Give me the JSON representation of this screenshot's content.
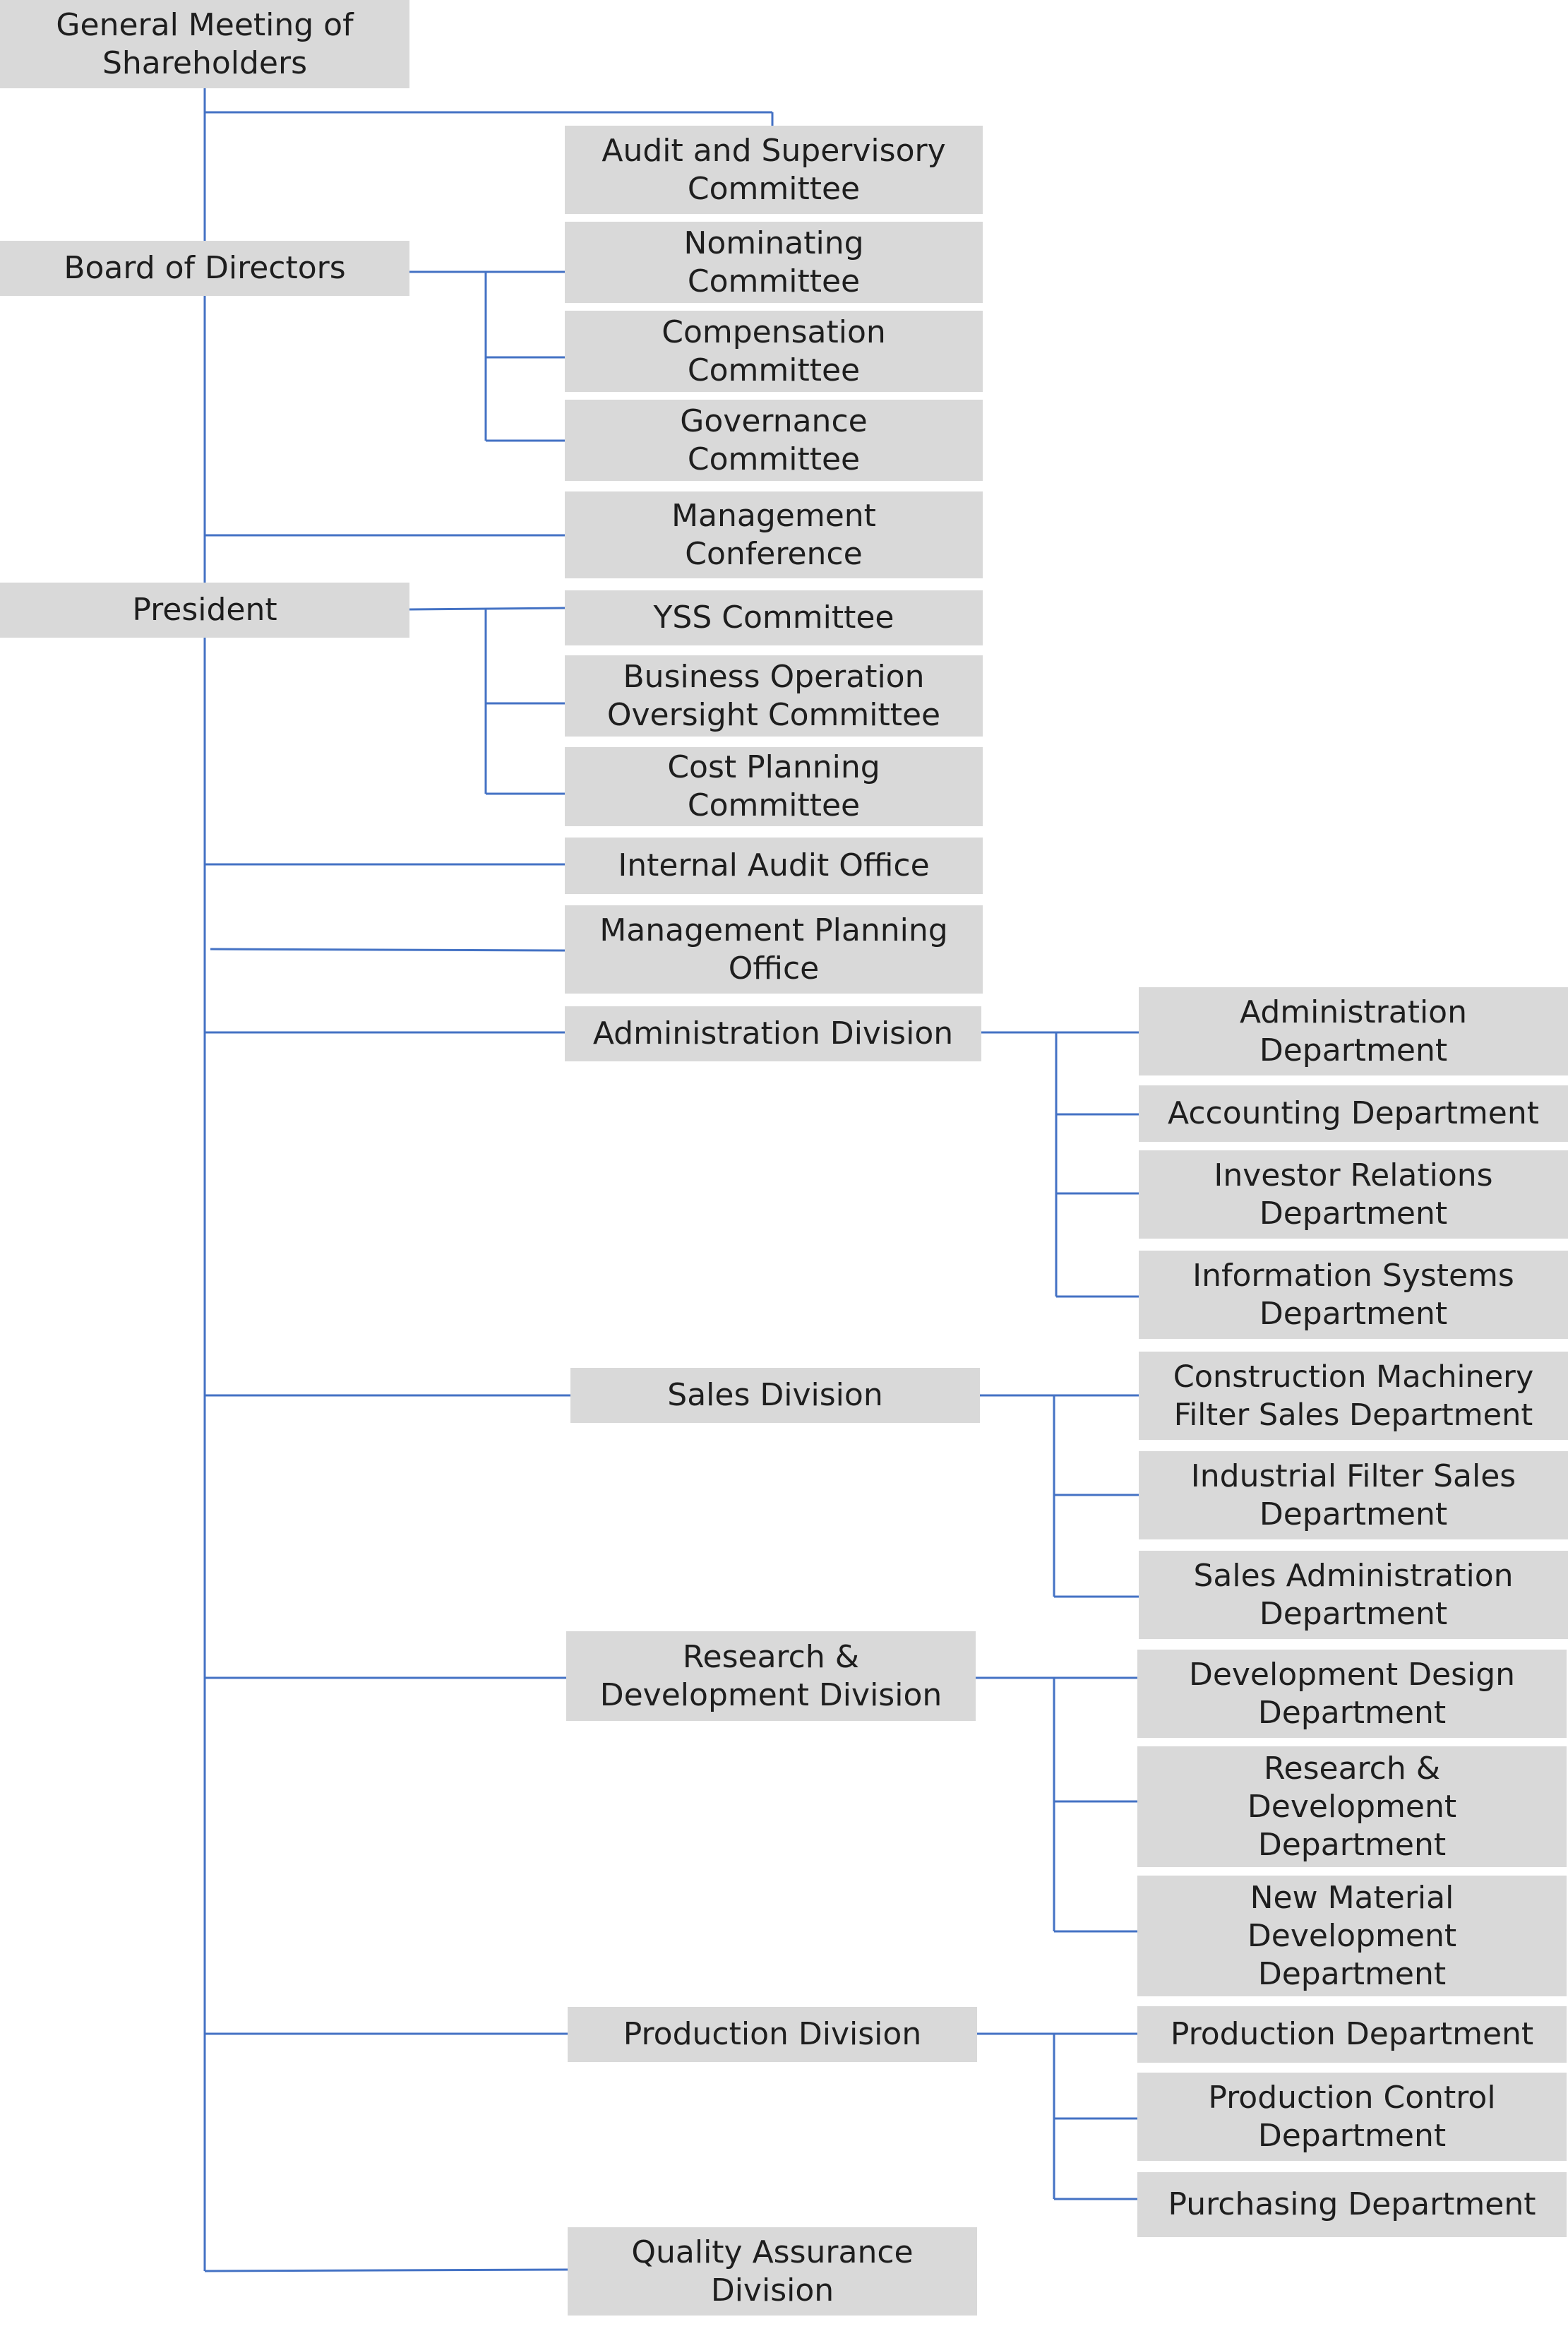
{
  "line_color": "#4472c4",
  "box_fill": "#d9d9d9",
  "text_color": "#1e1e1e",
  "nodes": {
    "shareholders": "General Meeting of\nShareholders",
    "board": "Board of Directors",
    "president": "President",
    "audit_committee": "Audit and Supervisory\nCommittee",
    "nominating_committee": "Nominating\nCommittee",
    "compensation_committee": "Compensation\nCommittee",
    "governance_committee": "Governance\nCommittee",
    "management_conference": "Management\nConference",
    "yss_committee": "YSS Committee",
    "business_oversight_committee": "Business Operation\nOversight Committee",
    "cost_planning_committee": "Cost Planning\nCommittee",
    "internal_audit_office": "Internal Audit Office",
    "management_planning_office": "Management Planning\nOffice",
    "administration_division": "Administration Division",
    "sales_division": "Sales Division",
    "rd_division": "Research &\nDevelopment Division",
    "production_division": "Production Division",
    "quality_assurance_division": "Quality Assurance\nDivision",
    "administration_department": "Administration\nDepartment",
    "accounting_department": "Accounting Department",
    "investor_relations_department": "Investor Relations\nDepartment",
    "information_systems_department": "Information Systems\nDepartment",
    "construction_filter_sales_department": "Construction Machinery\nFilter Sales Department",
    "industrial_filter_sales_department": "Industrial Filter Sales\nDepartment",
    "sales_administration_department": "Sales Administration\nDepartment",
    "development_design_department": "Development Design\nDepartment",
    "rd_department": "Research &\nDevelopment\nDepartment",
    "new_material_department": "New Material\nDevelopment\nDepartment",
    "production_department": "Production Department",
    "production_control_department": "Production Control\nDepartment",
    "purchasing_department": "Purchasing Department"
  }
}
